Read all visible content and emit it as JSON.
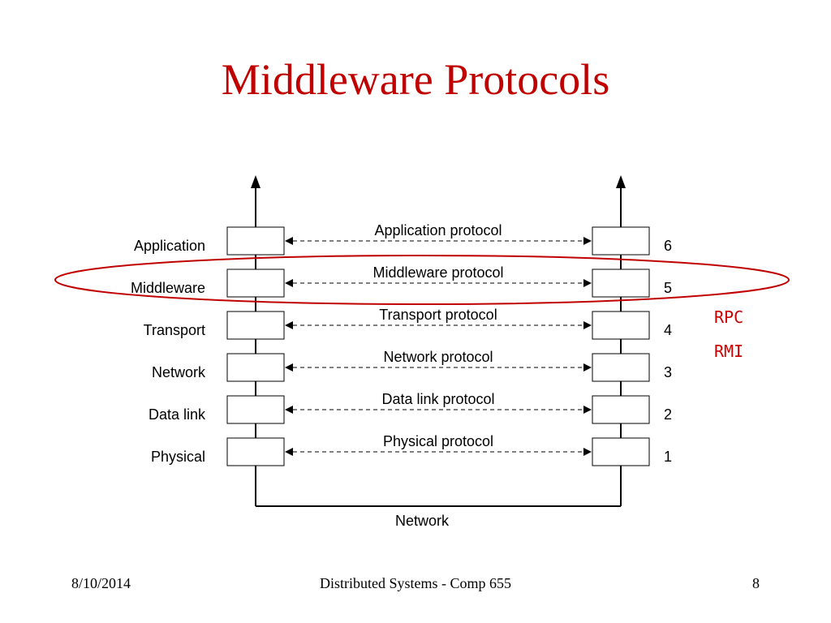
{
  "slide": {
    "title": "Middleware Protocols",
    "footer": {
      "date": "8/10/2014",
      "course": "Distributed Systems - Comp 655",
      "page": "8"
    }
  },
  "diagram": {
    "layers": [
      {
        "name": "Application",
        "number": "6",
        "protocol": "Application protocol"
      },
      {
        "name": "Middleware",
        "number": "5",
        "protocol": "Middleware protocol"
      },
      {
        "name": "Transport",
        "number": "4",
        "protocol": "Transport protocol"
      },
      {
        "name": "Network",
        "number": "3",
        "protocol": "Network protocol"
      },
      {
        "name": "Data link",
        "number": "2",
        "protocol": "Data link protocol"
      },
      {
        "name": "Physical",
        "number": "1",
        "protocol": "Physical protocol"
      }
    ],
    "bottom_label": "Network",
    "annotations": [
      "RPC",
      "RMI"
    ],
    "highlighted_layer": "Middleware"
  },
  "colors": {
    "title": "#c00000",
    "annotation": "#cc0000",
    "highlight": "#c00000",
    "lines": "#000000"
  }
}
